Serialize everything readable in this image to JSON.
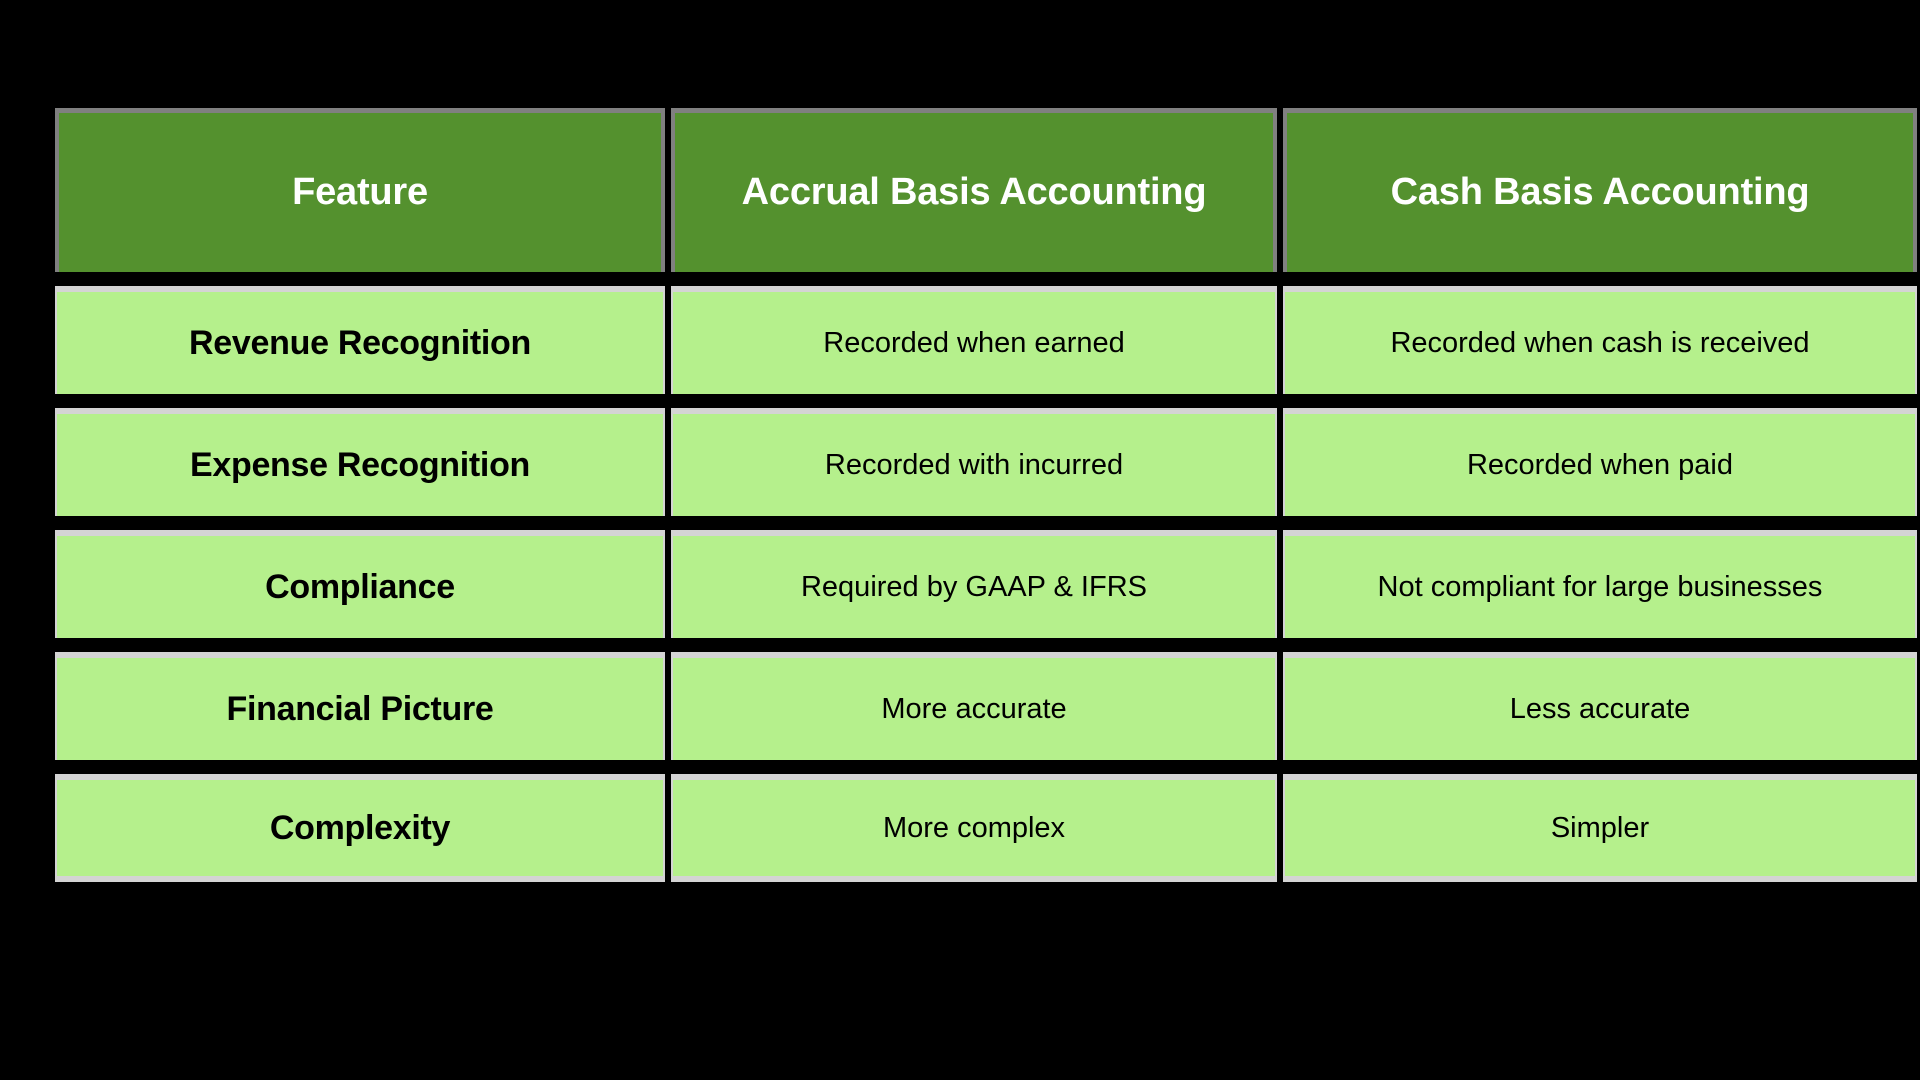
{
  "canvas": {
    "background": "#000000"
  },
  "table": {
    "name": "accrual-vs-cash-basis-accounting-comparison",
    "header_background": "#54912e",
    "header_text_color": "#ffffff",
    "body_background": "#b5f08c",
    "body_text_color": "#000000",
    "cell_border_color": "#d4d4d4",
    "header_border_color": "#808080",
    "columns": [
      {
        "label": "Feature"
      },
      {
        "label": "Accrual Basis Accounting"
      },
      {
        "label": "Cash Basis Accounting"
      }
    ],
    "rows": [
      {
        "feature": "Revenue Recognition",
        "accrual": "Recorded when earned",
        "cash": "Recorded when cash is received"
      },
      {
        "feature": "Expense Recognition",
        "accrual": "Recorded with incurred",
        "cash": "Recorded when paid"
      },
      {
        "feature": "Compliance",
        "accrual": "Required by GAAP & IFRS",
        "cash": "Not compliant for large businesses"
      },
      {
        "feature": "Financial Picture",
        "accrual": "More accurate",
        "cash": "Less accurate"
      },
      {
        "feature": "Complexity",
        "accrual": "More complex",
        "cash": "Simpler"
      }
    ]
  }
}
